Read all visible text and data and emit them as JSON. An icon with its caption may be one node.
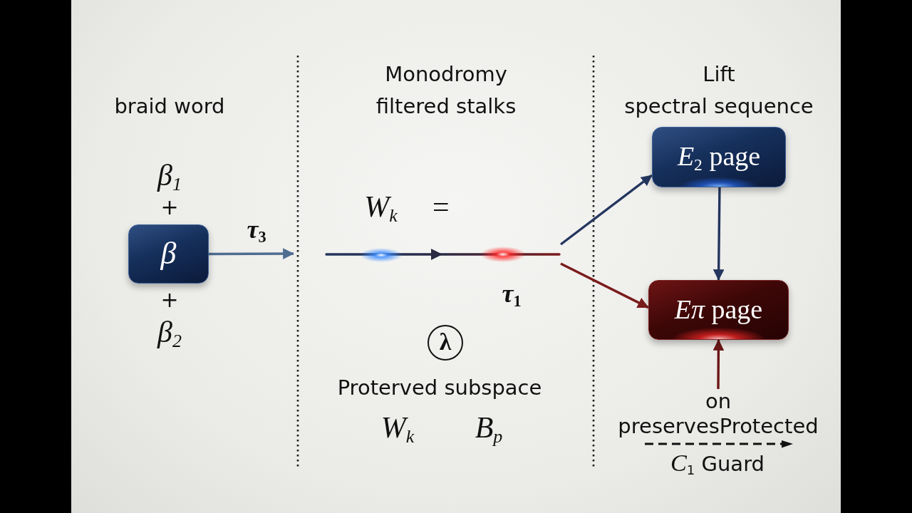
{
  "diagram": {
    "nodes": [
      {
        "text": [
          "β"
        ],
        "beside": [
          "β$_{1}$",
          "+",
          "+",
          "β$_{2}$"
        ]
      },
      {
        "text": [
          "λ"
        ]
      },
      {
        "text": [
          "*E*$_{2}$ page"
        ]
      },
      {
        "text": [
          "*Eπ* page"
        ]
      },
      {
        "text": [
          "on preservesProtected"
        ]
      }
    ],
    "edges": [
      {
        "from": 0,
        "to": null,
        "arrow": "to",
        "label": "τ$_{3}$",
        "color": "#4f6d91"
      },
      {
        "from": null,
        "to": 2,
        "arrow": "to"
      },
      {
        "from": null,
        "to": 3,
        "arrow": "to",
        "color": "#7a1b1b"
      },
      {
        "from": 2,
        "to": 3,
        "arrow": "to"
      },
      {
        "from": 4,
        "to": 3,
        "arrow": "to",
        "color": "#6b1616"
      }
    ],
    "labels": [
      "braid word",
      "Monodromy filtered stalks",
      "Lift spectral sequence",
      "W$_{k}$ =",
      "τ$_{1}$",
      "Proterved subspace",
      "W$_{k}$",
      "B$_{p}$",
      "*C*$_{1}$ Guard"
    ]
  }
}
